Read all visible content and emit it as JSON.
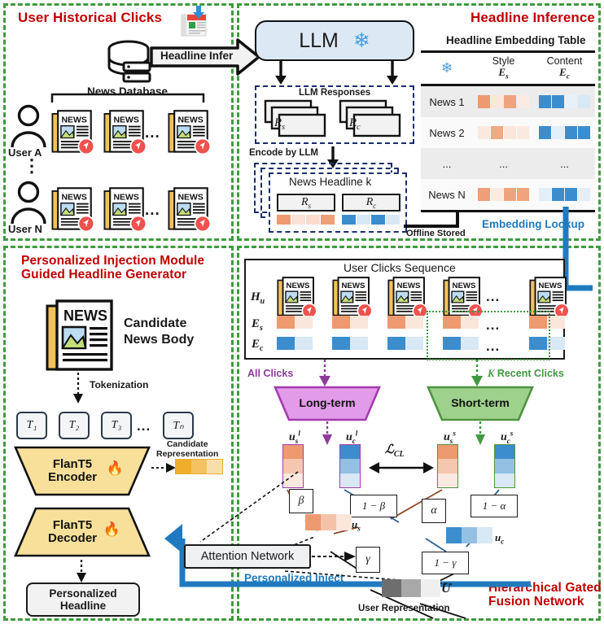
{
  "panels": {
    "user_clicks": {
      "title": "User Historical Clicks"
    },
    "headline_inference": {
      "title": "Headline Inference"
    },
    "injection": {
      "title_line1": "Personalized Injection Module",
      "title_line2": "Guided Headline Generator"
    },
    "fusion": {
      "title_line1": "Hierarchical Gated",
      "title_line2": "Fusion Network"
    }
  },
  "user_clicks": {
    "database_label": "News Database",
    "headline_infer_arrow": "Headline Infer",
    "users": [
      {
        "name": "User A",
        "items": [
          "NEWS",
          "NEWS",
          "NEWS"
        ],
        "ellipsis": "..."
      },
      {
        "name": "User N",
        "items": [
          "NEWS",
          "NEWS",
          "NEWS"
        ],
        "ellipsis": "..."
      }
    ],
    "vertical_ellipsis": "⋮"
  },
  "headline_inference": {
    "llm_label": "LLM",
    "llm_icon": "snowflake-icon",
    "responses_title": "LLM Responses",
    "response_style": "R",
    "response_style_sub": "s",
    "response_content": "R",
    "response_content_sub": "c",
    "encode_label": "Encode by LLM",
    "headline_box_title": "News Headline k",
    "offline_stored": "Offline Stored",
    "embedding_lookup": "Embedding Lookup",
    "table": {
      "title": "Headline Embedding Table",
      "header_icon": "snowflake-icon",
      "col_style": "Style",
      "col_style_sym": "E",
      "col_style_sub": "s",
      "col_content": "Content",
      "col_content_sym": "E",
      "col_content_sub": "c",
      "rows": [
        {
          "name": "News 1",
          "style": [
            1,
            0.25,
            0.9,
            0.2
          ],
          "content": [
            1,
            1,
            0.12,
            0.2
          ]
        },
        {
          "name": "News 2",
          "style": [
            0.22,
            0.85,
            0.25,
            0.22
          ],
          "content": [
            1,
            0.15,
            1,
            1
          ]
        },
        {
          "name": "...",
          "style": "...",
          "content": "..."
        },
        {
          "name": "News N",
          "style": [
            0.95,
            0.2,
            0.9,
            0.9
          ],
          "content": [
            0.15,
            1,
            1,
            0.15
          ]
        }
      ]
    }
  },
  "injection": {
    "candidate_label_line1": "Candidate",
    "candidate_label_line2": "News Body",
    "tokenization": "Tokenization",
    "tokens": [
      "T₁",
      "T₂",
      "T₃",
      "Tₙ"
    ],
    "tokens_ellipsis": "...",
    "encoder_line1": "FlanT5",
    "encoder_line2": "Encoder",
    "decoder_line1": "FlanT5",
    "decoder_line2": "Decoder",
    "fire_icon": "fire-icon",
    "candidate_rep_line1": "Candidate",
    "candidate_rep_line2": "Representation",
    "candidate_rep_cells": [
      1,
      0.75,
      0.4
    ],
    "output_line1": "Personalized",
    "output_line2": "Headline",
    "personalized_inject": "Personalized Inject"
  },
  "fusion": {
    "sequence_title": "User  Clicks Sequence",
    "row_hu": "H",
    "row_hu_sub": "u",
    "row_es": "E",
    "row_es_sub": "s",
    "row_ec": "E",
    "row_ec_sub": "c",
    "sequence_ellipsis": "...",
    "all_clicks": "All Clicks",
    "k_recent_clicks_prefix": "K",
    "k_recent_clicks": " Recent Clicks",
    "long_term": "Long-term",
    "short_term": "Short-term",
    "u_sl": "u",
    "u_sl_sub": "s",
    "u_sl_sup": "l",
    "u_cl": "u",
    "u_cl_sub": "c",
    "u_cl_sup": "l",
    "u_ss": "u",
    "u_ss_sub": "s",
    "u_ss_sup": "s",
    "u_cs": "u",
    "u_cs_sub": "c",
    "u_cs_sup": "s",
    "loss_cl": "ℒ",
    "loss_cl_sub": "CL",
    "gate_beta": "β",
    "gate_one_minus_beta": "1 − β",
    "gate_alpha": "α",
    "gate_one_minus_alpha": "1 − α",
    "gate_gamma": "γ",
    "gate_one_minus_gamma": "1 − γ",
    "u_s_label": "u",
    "u_s_sub": "s",
    "u_c_label": "u",
    "u_c_sub": "c",
    "attention_network": "Attention Network",
    "user_representation": "User Representation",
    "u_label": "U",
    "u_s_cells": [
      1,
      0.6,
      0.25
    ],
    "u_c_cells": [
      1,
      0.55,
      0.2
    ],
    "user_rep_cells": [
      "#6e6e6e",
      "#a8a8a8",
      "#efefef"
    ],
    "u_sl_cells": [
      1,
      0.55,
      0.22
    ],
    "u_cl_cells": [
      1,
      0.55,
      0.2
    ],
    "u_ss_cells": [
      1,
      0.55,
      0.22
    ],
    "u_cs_cells": [
      1,
      0.55,
      0.2
    ]
  },
  "colors": {
    "accent_red": "#c00000",
    "panel_green": "#3f9a3f",
    "blue_arrow": "#1f7ac0",
    "orange": "#ed9a70",
    "blue": "#3c8dcd",
    "purple": "#b74fbe",
    "green": "#5fa84e",
    "yellow": "#f7df9a"
  }
}
